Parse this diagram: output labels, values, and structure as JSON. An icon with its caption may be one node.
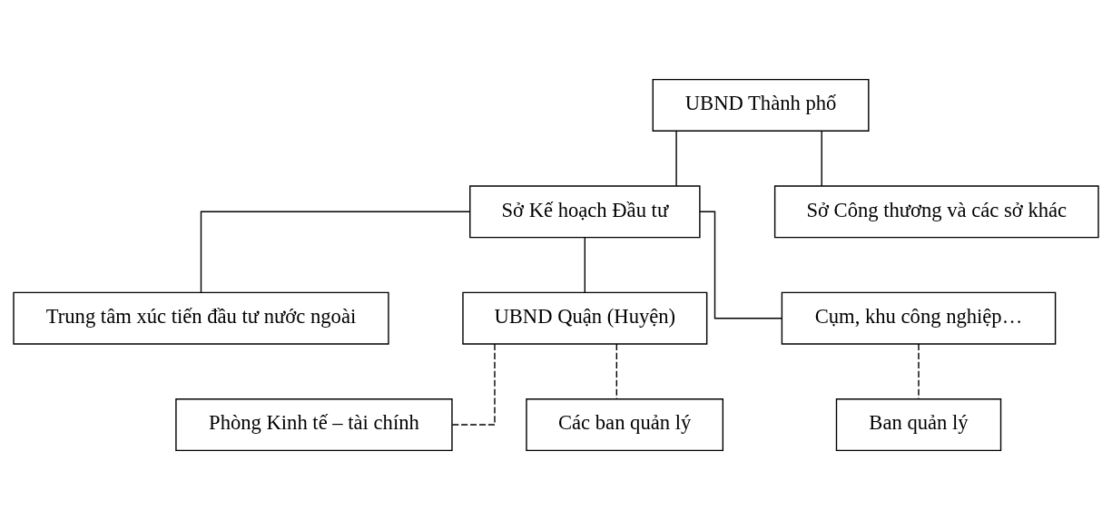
{
  "diagram": {
    "nodes": [
      {
        "text": [
          "UBND Thành phố"
        ]
      },
      {
        "text": [
          "Sở Kế hoạch Đầu tư"
        ]
      },
      {
        "text": [
          "Sở Công thương và các sở khác"
        ]
      },
      {
        "text": [
          "Trung tâm xúc tiến đầu tư nước ngoài"
        ]
      },
      {
        "text": [
          "UBND Quận (Huyện)"
        ]
      },
      {
        "text": [
          "Cụm, khu công nghiệp…"
        ]
      },
      {
        "text": [
          "Phòng Kinh tế – tài chính"
        ]
      },
      {
        "text": [
          "Các ban quản lý"
        ]
      },
      {
        "text": [
          "Ban quản lý"
        ]
      }
    ],
    "edges": [
      {
        "from": 0,
        "to": 1,
        "arrow": "none"
      },
      {
        "from": 0,
        "to": 2,
        "arrow": "none"
      },
      {
        "from": 1,
        "to": 3,
        "arrow": "none"
      },
      {
        "from": 1,
        "to": 4,
        "arrow": "none"
      },
      {
        "from": 1,
        "to": 5,
        "arrow": "none"
      },
      {
        "from": 4,
        "to": 6,
        "arrow": "none",
        "style": "dashed"
      },
      {
        "from": 4,
        "to": 7,
        "arrow": "none",
        "style": "dashed"
      },
      {
        "from": 5,
        "to": 8,
        "arrow": "none",
        "style": "dashed"
      }
    ]
  }
}
